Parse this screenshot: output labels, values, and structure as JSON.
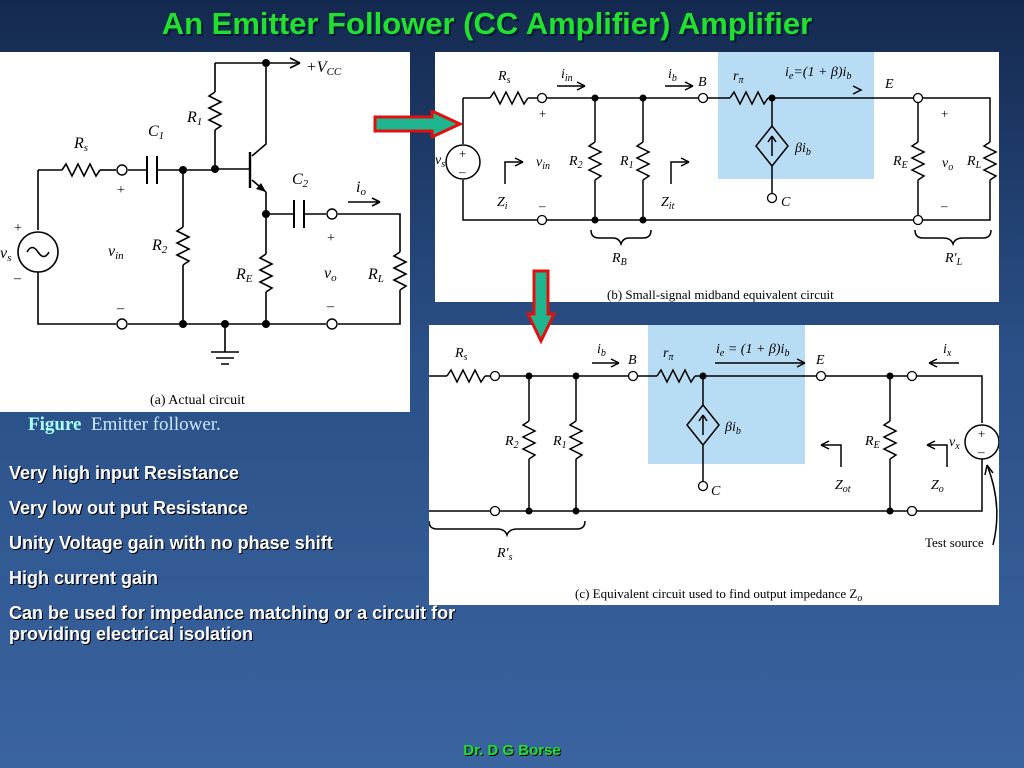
{
  "title": "An Emitter Follower (CC Amplifier) Amplifier",
  "figure_caption": {
    "label": "Figure",
    "text": "Emitter follower."
  },
  "panel_a": {
    "caption": "(a) Actual circuit",
    "labels": {
      "vcc": "+V",
      "vcc_sub": "CC",
      "rs": "R",
      "rs_sub": "s",
      "c1": "C",
      "c1_sub": "1",
      "r1": "R",
      "r1_sub": "1",
      "c2": "C",
      "c2_sub": "2",
      "io": "i",
      "io_sub": "o",
      "r2": "R",
      "r2_sub": "2",
      "re": "R",
      "re_sub": "E",
      "rl": "R",
      "rl_sub": "L",
      "vs": "v",
      "vs_sub": "s",
      "vin": "v",
      "vin_sub": "in",
      "vo": "v",
      "vo_sub": "o",
      "plus": "+",
      "minus": "–"
    }
  },
  "panel_b": {
    "caption": "(b) Small-signal midband equivalent circuit",
    "labels": {
      "rs": "R",
      "rs_sub": "s",
      "iin": "i",
      "iin_sub": "in",
      "ib": "i",
      "ib_sub": "b",
      "b": "B",
      "rpi": "r",
      "rpi_sub": "π",
      "ie": "i",
      "ie_sub": "e",
      "ie_eq": "=(1 + β)i",
      "ie_eq_sub": "b",
      "e": "E",
      "vs": "v",
      "vs_sub": "s",
      "vin": "v",
      "vin_sub": "in",
      "r2": "R",
      "r2_sub": "2",
      "r1": "R",
      "r1_sub": "1",
      "beta_ib": "βi",
      "beta_ib_sub": "b",
      "c": "C",
      "re": "R",
      "re_sub": "E",
      "vo": "v",
      "vo_sub": "o",
      "rl": "R",
      "rl_sub": "L",
      "zi": "Z",
      "zi_sub": "i",
      "zit": "Z",
      "zit_sub": "it",
      "rb": "R",
      "rb_sub": "B",
      "rlp": "R′",
      "rlp_sub": "L",
      "plus": "+",
      "minus": "–"
    }
  },
  "panel_c": {
    "caption": "(c) Equivalent circuit used to find output impedance Z",
    "caption_sub": "o",
    "labels": {
      "rs": "R",
      "rs_sub": "s",
      "ib": "i",
      "ib_sub": "b",
      "b": "B",
      "rpi": "r",
      "rpi_sub": "π",
      "ie": "i",
      "ie_sub": "e",
      "ie_eq": " = (1 + β)i",
      "ie_eq_sub": "b",
      "e": "E",
      "ix": "i",
      "ix_sub": "x",
      "r2": "R",
      "r2_sub": "2",
      "r1": "R",
      "r1_sub": "1",
      "beta_ib": "βi",
      "beta_ib_sub": "b",
      "c": "C",
      "re": "R",
      "re_sub": "E",
      "vx": "v",
      "vx_sub": "x",
      "zot": "Z",
      "zot_sub": "ot",
      "zo": "Z",
      "zo_sub": "o",
      "rsp": "R′",
      "rsp_sub": "s",
      "test_source": "Test source",
      "plus": "+",
      "minus": "–"
    }
  },
  "bullets": [
    "Very high input Resistance",
    "Very low out put Resistance",
    "Unity Voltage gain with no phase shift",
    "High current gain",
    "Can be used for impedance matching or a circuit for providing electrical isolation"
  ],
  "footer": "Dr. D G Borse",
  "colors": {
    "title": "#22e02e",
    "arrow_fill": "#1fb58f",
    "arrow_border": "#e01010",
    "highlight": "#b8dcf4"
  }
}
